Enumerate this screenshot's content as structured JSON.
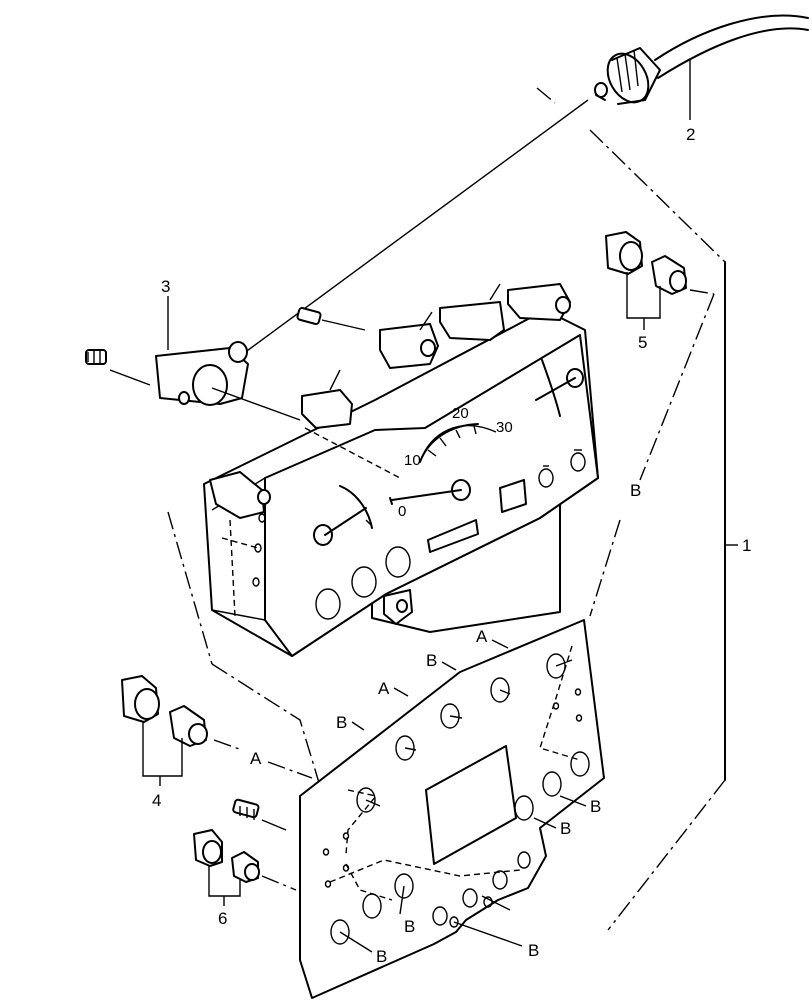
{
  "callouts": {
    "c1": "1",
    "c2": "2",
    "c3": "3",
    "c4": "4",
    "c5": "5",
    "c6": "6"
  },
  "panel_letters": {
    "a_top": "A",
    "a_mid": "A",
    "a_left": "A",
    "b_top": "B",
    "b_mid": "B",
    "b_left": "B",
    "b_right_upper": "B",
    "b_right_lower": "B",
    "b_bottom_mid": "B",
    "b_bottom_right": "B",
    "b_bottom_left": "B",
    "b_long_line": "B"
  },
  "dial_scale": {
    "t10": "10",
    "t20": "20",
    "t30": "30",
    "t0": "0"
  }
}
